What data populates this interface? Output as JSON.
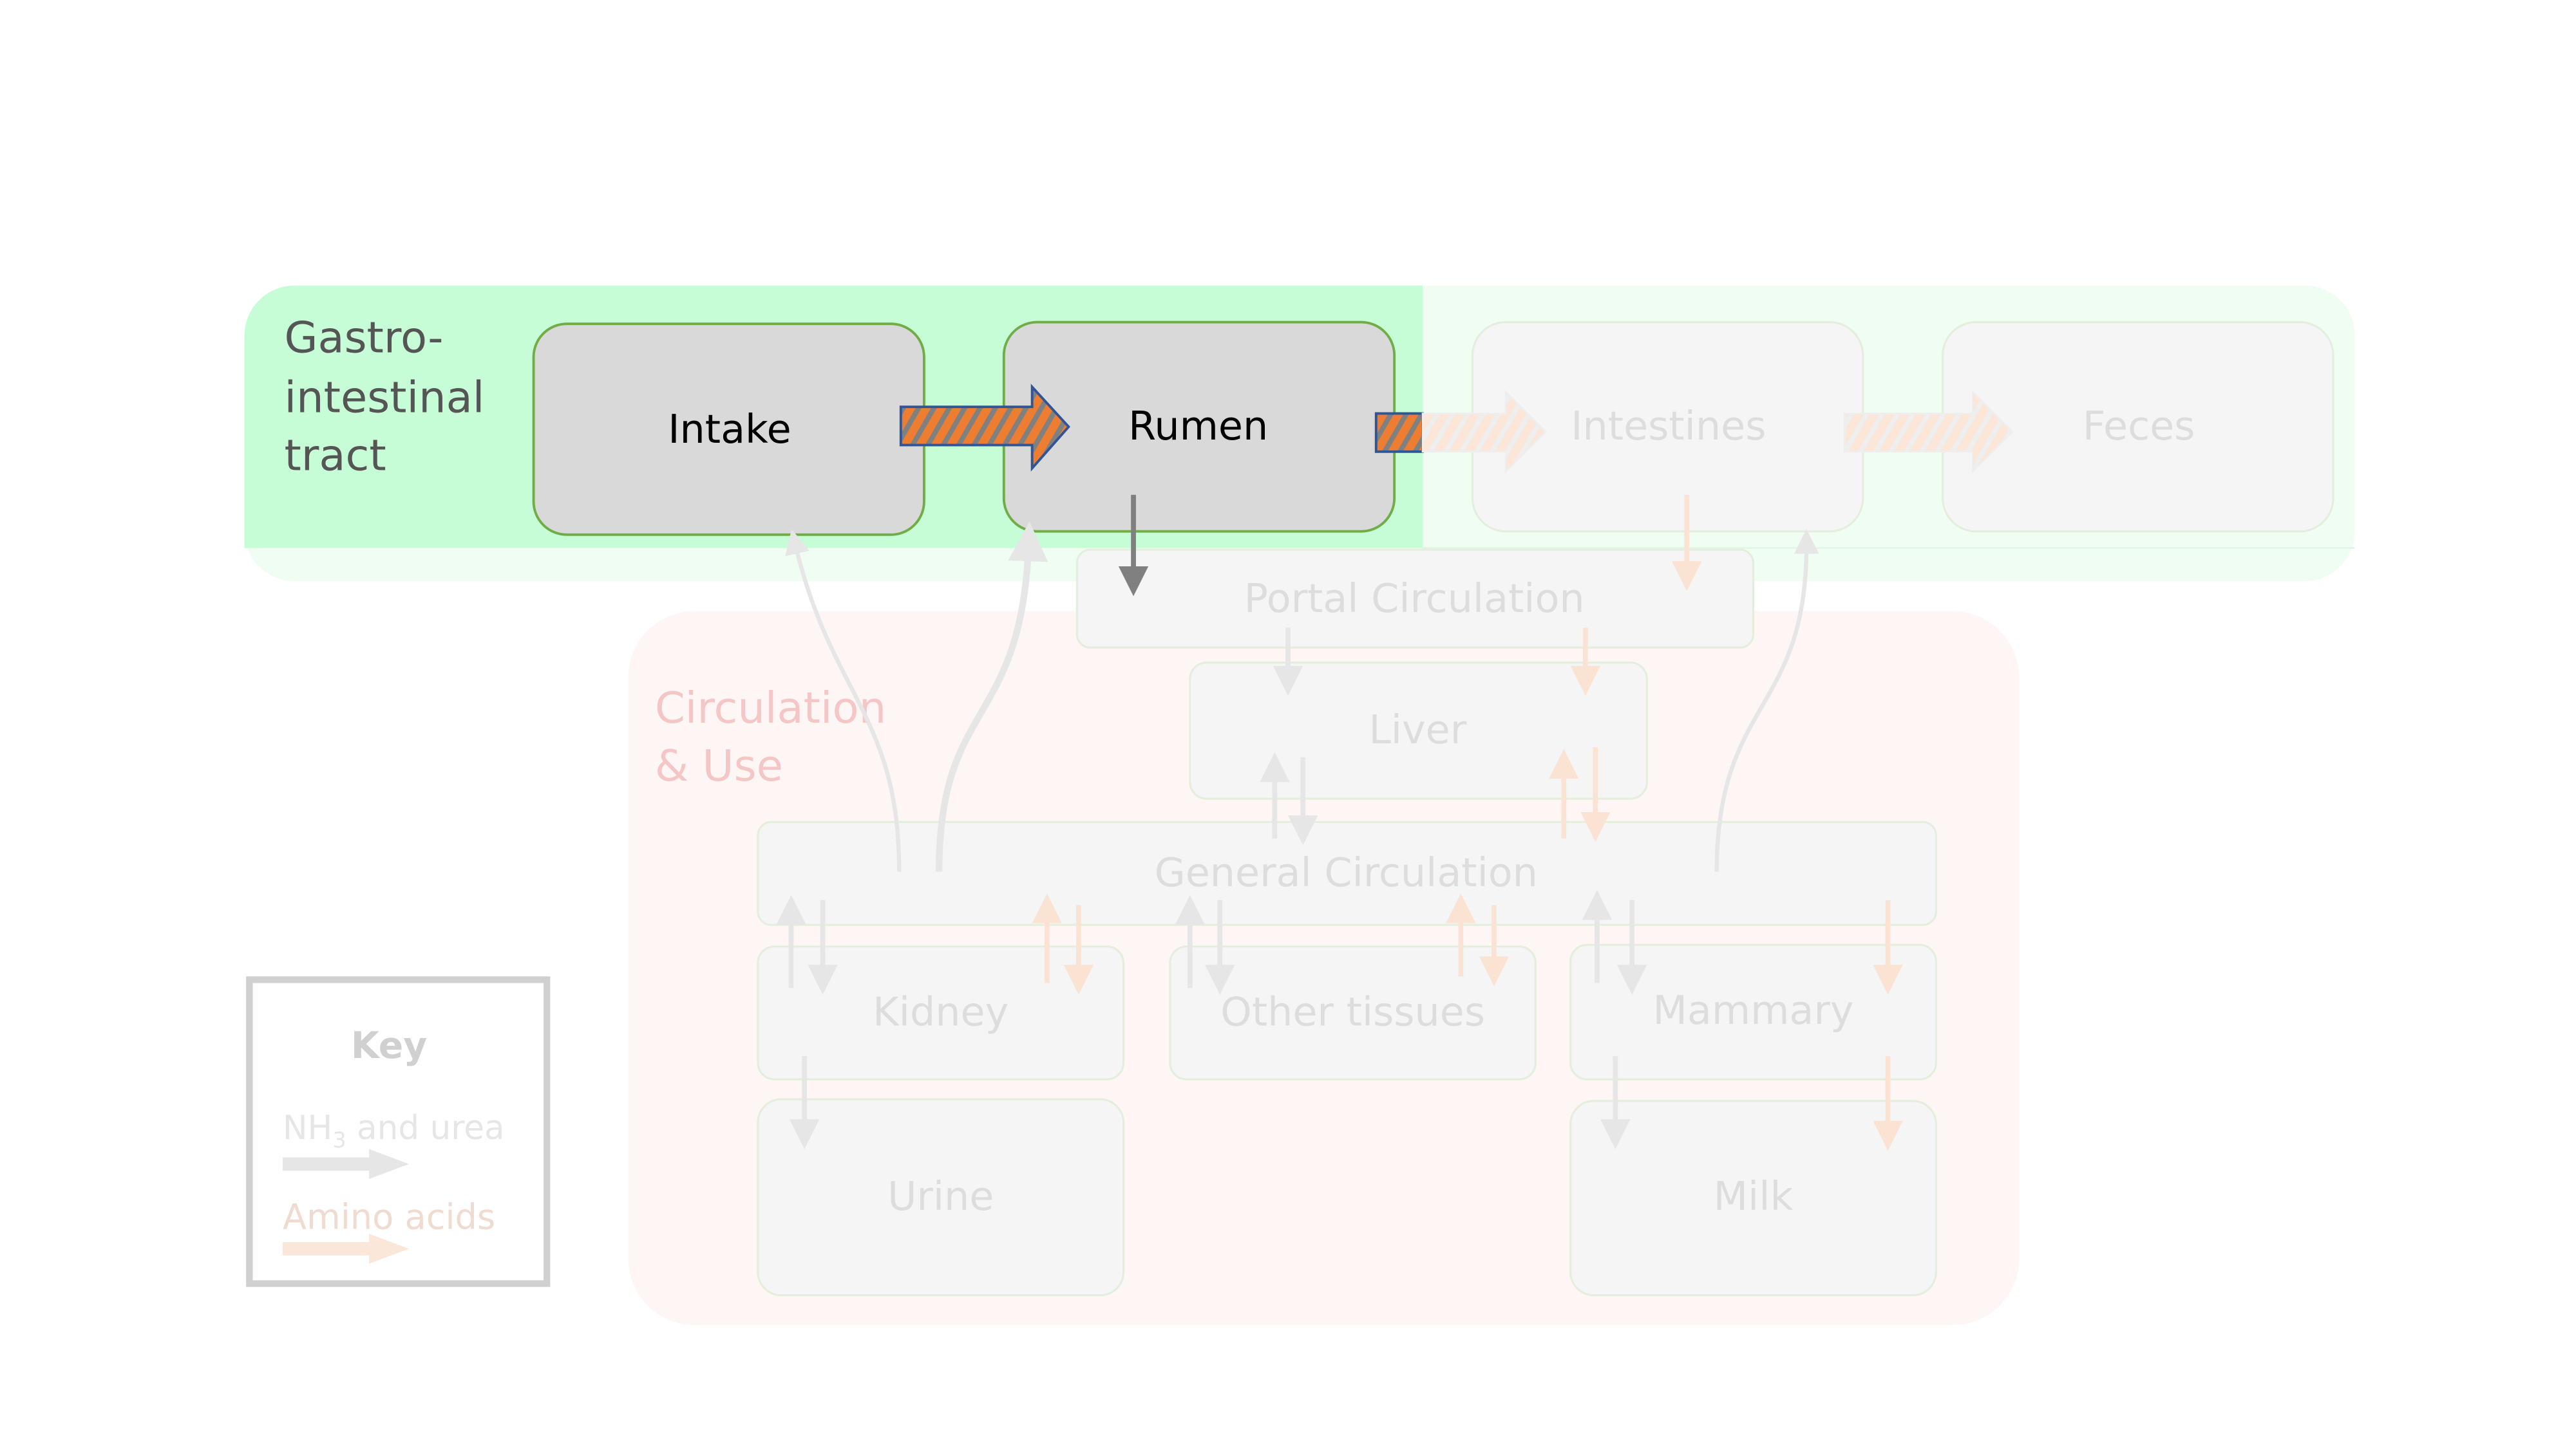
{
  "sections": {
    "gi": {
      "lines": [
        "Gastro-",
        "intestinal",
        "tract"
      ]
    },
    "circ": {
      "lines": [
        "Circulation",
        "& Use"
      ]
    }
  },
  "nodes": {
    "intake": "Intake",
    "rumen": "Rumen",
    "intestines": "Intestines",
    "feces": "Feces",
    "portal": "Portal Circulation",
    "liver": "Liver",
    "general": "General Circulation",
    "kidney": "Kidney",
    "other": "Other tissues",
    "mammary": "Mammary",
    "urine": "Urine",
    "milk": "Milk"
  },
  "key": {
    "title": "Key",
    "nh3_prefix": "NH",
    "nh3_sub": "3",
    "nh3_suffix": " and urea",
    "amino": "Amino acids"
  },
  "colors": {
    "gi_active": "#c6fdd6",
    "gi_faded": "#f0fdf3",
    "circ_bg": "#fdf6f4",
    "active_box": "#d9d9d9",
    "box_border": "#70ad47",
    "arrow_orange": "#ed7d31",
    "arrow_border": "#2f5597",
    "nh3_arrow": "#e6e6e6",
    "amino_arrow": "#fbe3d4"
  }
}
